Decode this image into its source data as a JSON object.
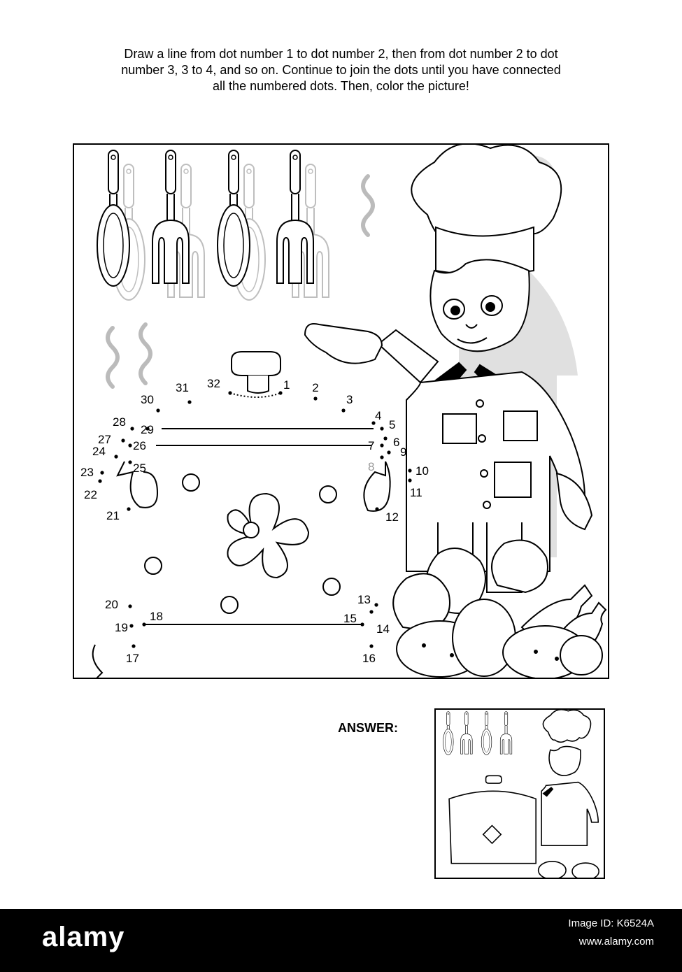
{
  "instructions": {
    "line1": "Draw a line from dot number 1 to dot number 2, then from dot number 2 to dot",
    "line2": "number 3, 3 to 4, and so on. Continue to join the dots until you have connected",
    "line3": "all the numbered dots. Then, color the picture!"
  },
  "answer_label": "ANSWER:",
  "dots": [
    {
      "n": "1"
    },
    {
      "n": "2"
    },
    {
      "n": "3"
    },
    {
      "n": "4"
    },
    {
      "n": "5"
    },
    {
      "n": "6"
    },
    {
      "n": "7"
    },
    {
      "n": "8"
    },
    {
      "n": "9"
    },
    {
      "n": "10"
    },
    {
      "n": "11"
    },
    {
      "n": "12"
    },
    {
      "n": "13"
    },
    {
      "n": "14"
    },
    {
      "n": "15"
    },
    {
      "n": "16"
    },
    {
      "n": "17"
    },
    {
      "n": "18"
    },
    {
      "n": "19"
    },
    {
      "n": "20"
    },
    {
      "n": "21"
    },
    {
      "n": "22"
    },
    {
      "n": "23"
    },
    {
      "n": "24"
    },
    {
      "n": "25"
    },
    {
      "n": "26"
    },
    {
      "n": "27"
    },
    {
      "n": "28"
    },
    {
      "n": "29"
    },
    {
      "n": "30"
    },
    {
      "n": "31"
    },
    {
      "n": "32"
    }
  ],
  "footer": {
    "logo": "alamy",
    "image_id": "Image ID: K6524A",
    "url": "www.alamy.com"
  }
}
